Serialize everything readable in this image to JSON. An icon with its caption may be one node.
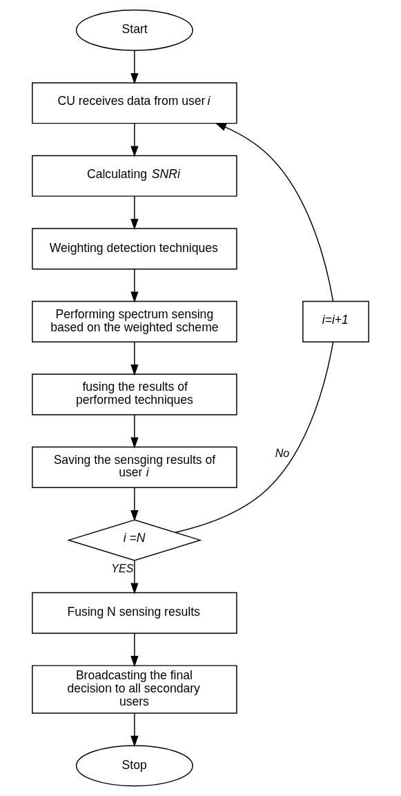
{
  "diagram": {
    "nodes": [
      {
        "text": [
          "Start"
        ]
      },
      {
        "text": [
          "CU receives data from user *i*"
        ]
      },
      {
        "text": [
          "Calculating *SNRi*"
        ]
      },
      {
        "text": [
          "Weighting detection techniques"
        ]
      },
      {
        "text": [
          "Performing spectrum sensing based on the weighted scheme"
        ]
      },
      {
        "text": [
          "fusing the results of performed techniques"
        ]
      },
      {
        "text": [
          "Saving the sensging results of user *i*"
        ]
      },
      {
        "text": [
          "i =N"
        ]
      },
      {
        "text": [
          "i=i+1"
        ]
      },
      {
        "text": [
          "Fusing N sensing results"
        ]
      },
      {
        "text": [
          "Broadcasting the final decision to all secondary users"
        ]
      },
      {
        "text": [
          "Stop"
        ]
      }
    ],
    "edges": [
      {
        "from": 0,
        "to": 1,
        "arrow": "to"
      },
      {
        "from": 1,
        "to": 2,
        "arrow": "to"
      },
      {
        "from": 2,
        "to": 3,
        "arrow": "to"
      },
      {
        "from": 3,
        "to": 4,
        "arrow": "to"
      },
      {
        "from": 4,
        "to": 5,
        "arrow": "to"
      },
      {
        "from": 5,
        "to": 6,
        "arrow": "to"
      },
      {
        "from": 6,
        "to": 7,
        "arrow": "to"
      },
      {
        "from": 7,
        "to": 8,
        "arrow": "none",
        "label": "No"
      },
      {
        "from": 8,
        "to": 1,
        "arrow": "to"
      },
      {
        "from": 7,
        "to": 9,
        "arrow": "to",
        "label": "YES"
      },
      {
        "from": 9,
        "to": 10,
        "arrow": "to"
      },
      {
        "from": 10,
        "to": 11,
        "arrow": "to"
      }
    ]
  }
}
